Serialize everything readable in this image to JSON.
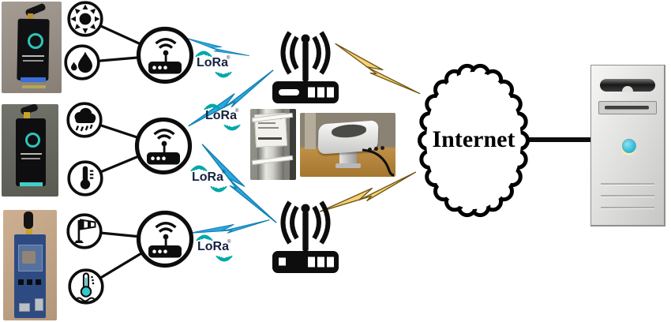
{
  "title": "LoRa wireless sensor network architecture",
  "labels": {
    "lora": "LoRa",
    "lora_mark": "®",
    "internet": "Internet"
  },
  "colors": {
    "lora_text": "#15233f",
    "lora_waves": "#00a8a8",
    "bolt_blue": "#2ba7e0",
    "bolt_blue_edge": "#1480b2",
    "bolt_yellow": "#f7d178",
    "bolt_yellow_edge": "#6d5512",
    "icon_black": "#0d0d0d",
    "sensor_teal": "#35c8c8",
    "power_button": "#2ab7d8"
  },
  "sensor_nodes": [
    {
      "name": "sensor-node-1",
      "sensor_icons": [
        "sun-icon",
        "humidity-drops-icon"
      ],
      "radio": "router-icon"
    },
    {
      "name": "sensor-node-2",
      "sensor_icons": [
        "rain-cloud-icon",
        "thermometer-icon"
      ],
      "radio": "router-icon"
    },
    {
      "name": "sensor-node-3",
      "sensor_icons": [
        "windsock-icon",
        "water-thermometer-icon"
      ],
      "radio": "router-icon"
    }
  ],
  "gateways": [
    "lora-gateway-top",
    "lora-gateway-bottom"
  ],
  "photos": [
    "lora-node-device-1",
    "lora-node-device-2",
    "lora-node-board-3",
    "omni-antenna",
    "gateway-device"
  ],
  "server": "monitoring-computer"
}
